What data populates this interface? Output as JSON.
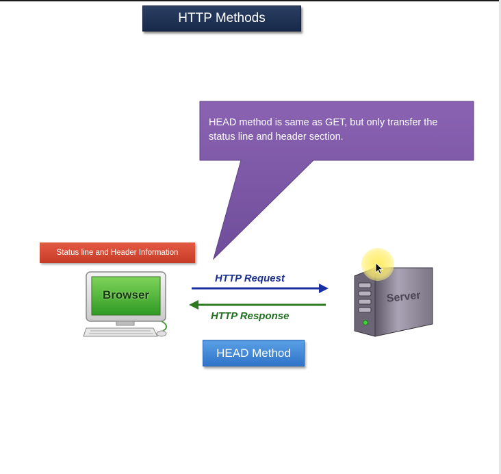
{
  "title": "HTTP Methods",
  "callout": {
    "text": "HEAD method is same as GET, but only transfer the status line and header section.",
    "color": "#7b5aa6"
  },
  "status_label": "Status line and Header Information",
  "browser": {
    "label": "Browser"
  },
  "server": {
    "label": "Server"
  },
  "request_label": "HTTP Request",
  "response_label": "HTTP Response",
  "method_label": "HEAD Method",
  "colors": {
    "title_bg": "#1f3153",
    "status_bg": "#d44a35",
    "method_bg": "#3d85d6",
    "request_arrow": "#1a2fa0",
    "response_arrow": "#2e7a1e"
  }
}
